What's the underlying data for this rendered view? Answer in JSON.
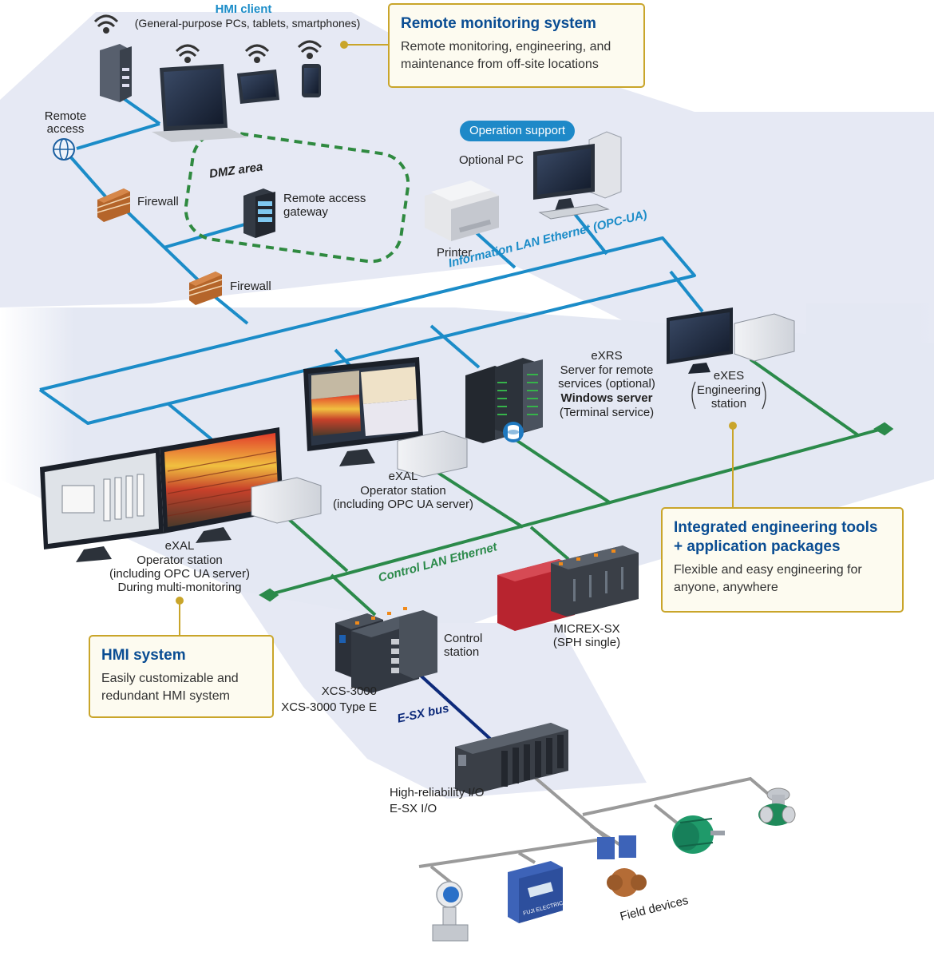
{
  "hmi_client": {
    "title": "HMI client",
    "subtitle": "(General-purpose PCs, tablets, smartphones)"
  },
  "callouts": {
    "remote_monitoring": {
      "title": "Remote monitoring system",
      "line1": "Remote monitoring, engineering, and",
      "line2": "maintenance from off-site locations"
    },
    "integrated_engineering": {
      "title_line1": "Integrated engineering tools",
      "title_line2": "+ application packages",
      "line1": "Flexible and easy engineering for",
      "line2": "anyone, anywhere"
    },
    "hmi_system": {
      "title": "HMI system",
      "line1": "Easily customizable and",
      "line2": "redundant HMI system"
    }
  },
  "labels": {
    "remote_access_1": "Remote",
    "remote_access_2": "access",
    "firewall_top": "Firewall",
    "firewall_bottom": "Firewall",
    "dmz_area": "DMZ area",
    "gateway_1": "Remote access",
    "gateway_2": "gateway",
    "operation_support": "Operation support",
    "optional_pc": "Optional PC",
    "printer": "Printer",
    "info_lan": "Information LAN Ethernet (OPC-UA)",
    "control_lan": "Control LAN Ethernet",
    "esx_bus": "E-SX bus",
    "exrs": {
      "name": "eXRS",
      "line1": "Server for remote",
      "line2": "services (optional)",
      "line3": "Windows server",
      "line4": "(Terminal service)"
    },
    "exes": {
      "name": "eXES",
      "line1": "Engineering",
      "line2": "station"
    },
    "exal_center": {
      "name": "eXAL",
      "line1": "Operator station",
      "line2": "(including OPC UA server)"
    },
    "exal_left": {
      "name": "eXAL",
      "line1": "Operator station",
      "line2": "(including OPC UA server)",
      "line3": "During multi-monitoring"
    },
    "control_station_1": "Control",
    "control_station_2": "station",
    "xcs_1": "XCS-3000",
    "xcs_2": "XCS-3000 Type E",
    "micrex_1": "MICREX-SX",
    "micrex_2": "(SPH single)",
    "io_1": "High-reliability I/O",
    "io_2": "E-SX I/O",
    "field_devices": "Field devices",
    "device_badge": "FUJI ELECTRIC"
  },
  "colors": {
    "info_lan": "#1b8cc8",
    "control_lan": "#2b8a4a",
    "esx_bus": "#0d2a7a",
    "field_line": "#9a9a9a",
    "callout_border": "#c9a52a",
    "callout_title": "#0a4d93",
    "panel": "#e6e9f4",
    "dmz_border": "#2f8a40"
  },
  "icons": [
    "wifi-icon",
    "globe-icon",
    "firewall-icon",
    "server-icon",
    "laptop-icon",
    "tablet-icon",
    "smartphone-icon",
    "printer-icon",
    "monitor-icon",
    "database-icon",
    "motor-icon",
    "valve-icon",
    "transmitter-icon",
    "flowmeter-icon"
  ]
}
